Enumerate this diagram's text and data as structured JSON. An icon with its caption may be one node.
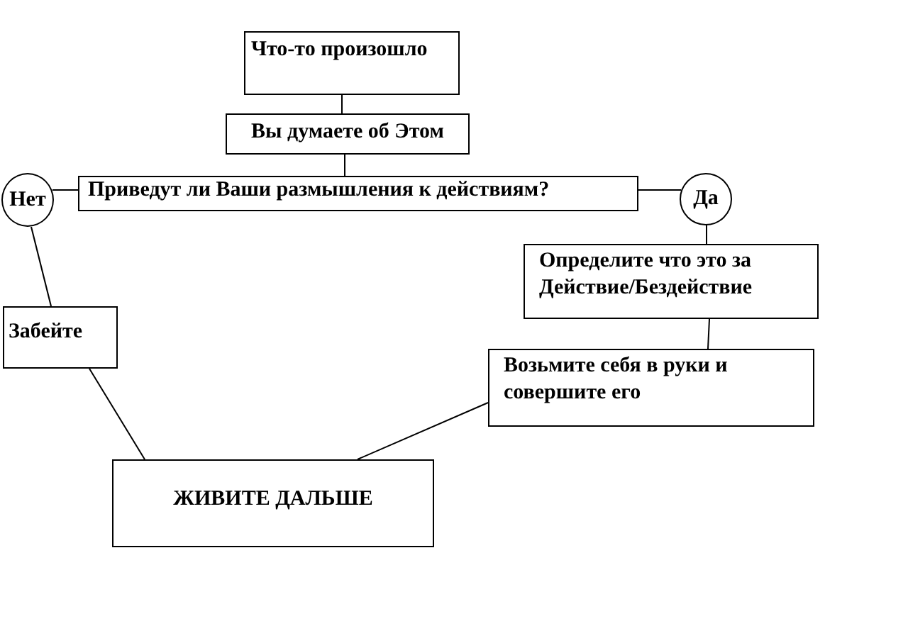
{
  "diagram": {
    "nodes": [
      {
        "text": [
          "Что-то произошло"
        ]
      },
      {
        "text": [
          "Вы думаете об Этом"
        ]
      },
      {
        "text": [
          "Приведут ли Ваши размышления к действиям?"
        ]
      },
      {
        "text": [
          "Нет"
        ]
      },
      {
        "text": [
          "Да"
        ]
      },
      {
        "text": [
          "Определите что это за Действие/Бездействие"
        ]
      },
      {
        "text": [
          "Забейте"
        ]
      },
      {
        "text": [
          "Возьмите себя в руки и совершите его"
        ]
      },
      {
        "text": [
          "ЖИВИТЕ ДАЛЬШЕ"
        ]
      }
    ],
    "edges": [
      {
        "from": 0,
        "to": 1,
        "arrow": "none"
      },
      {
        "from": 1,
        "to": 2,
        "arrow": "none"
      },
      {
        "from": 2,
        "to": 3,
        "arrow": "none"
      },
      {
        "from": 2,
        "to": 4,
        "arrow": "none"
      },
      {
        "from": 3,
        "to": 6,
        "arrow": "none"
      },
      {
        "from": 4,
        "to": 5,
        "arrow": "none"
      },
      {
        "from": 5,
        "to": 7,
        "arrow": "none"
      },
      {
        "from": 6,
        "to": 8,
        "arrow": "none"
      },
      {
        "from": 7,
        "to": 8,
        "arrow": "none"
      }
    ]
  }
}
